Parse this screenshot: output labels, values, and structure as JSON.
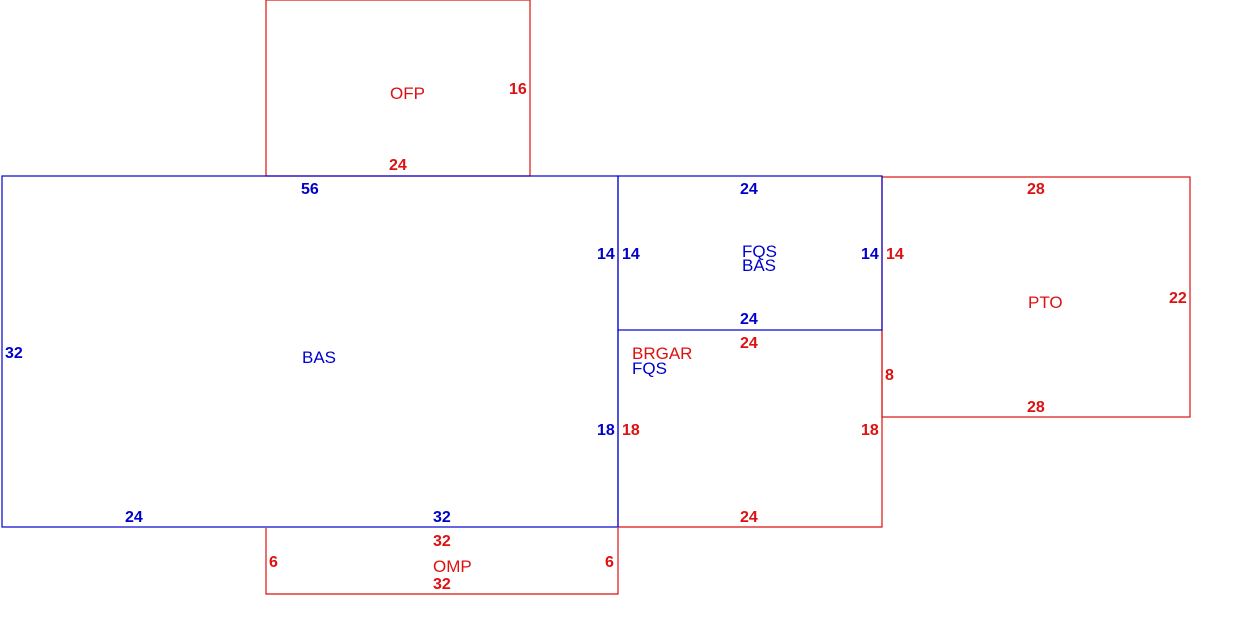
{
  "colors": {
    "main": "#0000cc",
    "secondary": "#dd1111"
  },
  "areas": {
    "ofp": {
      "label": "OFP",
      "dims": {
        "top": "",
        "right": "16",
        "bottom": "24"
      }
    },
    "bas_main": {
      "label": "BAS",
      "dims": {
        "top": "56",
        "left": "32",
        "right_upper": "14",
        "right_lower": "18",
        "bottom_left": "24",
        "bottom_right": "32"
      }
    },
    "fqs_upper": {
      "label_fqs": "FQS",
      "label_bas": "BAS",
      "dims": {
        "top": "24",
        "left": "14",
        "right": "14",
        "bottom": "24"
      }
    },
    "brgar": {
      "label_brgar": "BRGAR",
      "label_fqs": "FQS",
      "dims": {
        "top": "24",
        "left": "18",
        "right": "18",
        "bottom": "24",
        "connector": "8"
      }
    },
    "pto": {
      "label": "PTO",
      "dims": {
        "top": "28",
        "left": "14",
        "right": "22",
        "bottom": "28"
      }
    },
    "omp": {
      "label": "OMP",
      "dims": {
        "top": "32",
        "left": "6",
        "right": "6",
        "bottom": "32"
      }
    }
  }
}
